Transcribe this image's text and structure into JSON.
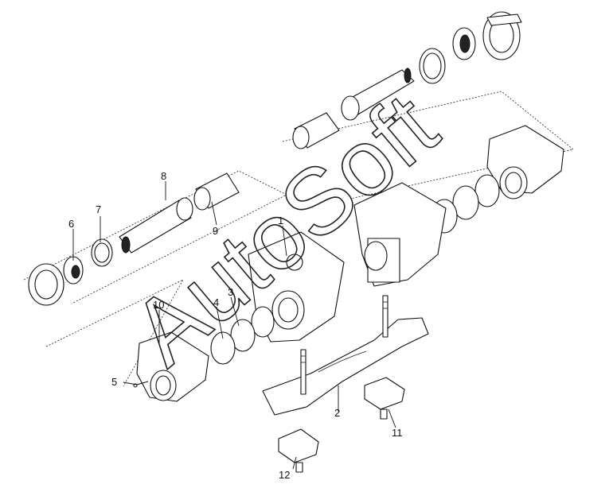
{
  "watermark": "AutoSoft",
  "callouts": [
    {
      "id": "c1",
      "label": "1"
    },
    {
      "id": "c2",
      "label": "2"
    },
    {
      "id": "c3",
      "label": "3"
    },
    {
      "id": "c4",
      "label": "4"
    },
    {
      "id": "c5",
      "label": "5"
    },
    {
      "id": "c6",
      "label": "6"
    },
    {
      "id": "c7",
      "label": "7"
    },
    {
      "id": "c8",
      "label": "8"
    },
    {
      "id": "c9",
      "label": "9"
    },
    {
      "id": "c10",
      "label": "10"
    },
    {
      "id": "c11",
      "label": "11"
    },
    {
      "id": "c12",
      "label": "12"
    }
  ]
}
